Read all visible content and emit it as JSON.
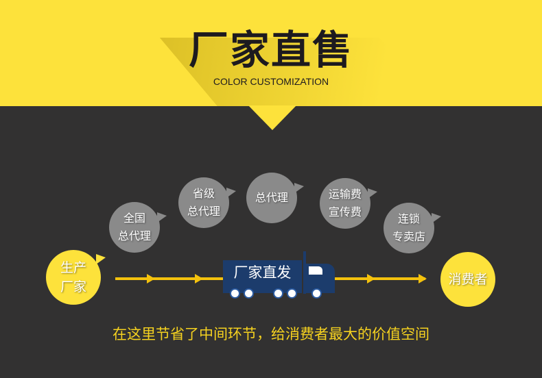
{
  "header": {
    "title": "厂家直售",
    "subtitle": "COLOR CUSTOMIZATION"
  },
  "flow": {
    "start": [
      "生产",
      "厂家"
    ],
    "steps": [
      [
        "全国",
        "总代理"
      ],
      [
        "省级",
        "总代理"
      ],
      [
        "总代理"
      ],
      [
        "运输费",
        "宣传费"
      ],
      [
        "连锁",
        "专卖店"
      ]
    ],
    "end": "消费者",
    "truck_label": "厂家直发"
  },
  "footer": "在这里节省了中间环节，给消费者最大的价值空间",
  "colors": {
    "yellow": "#fde23b",
    "dark": "#323131",
    "gray": "#8a8a8a",
    "truck": "#1c3c6c"
  }
}
